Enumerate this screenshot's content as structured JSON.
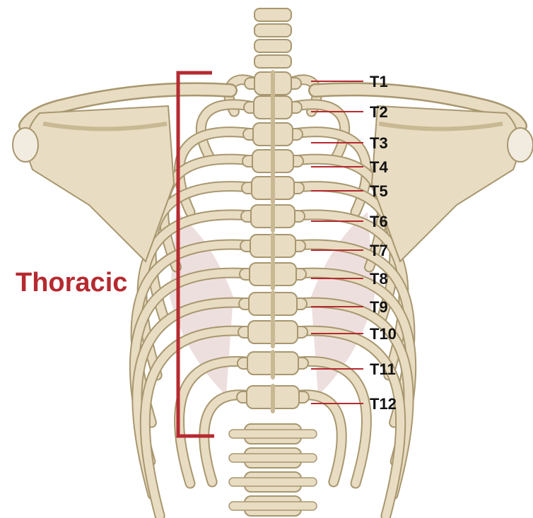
{
  "diagram": {
    "region_label": "Thoracic",
    "vertebra_labels": [
      "T1",
      "T2",
      "T3",
      "T4",
      "T5",
      "T6",
      "T7",
      "T8",
      "T9",
      "T10",
      "T11",
      "T12"
    ],
    "colors": {
      "accent": "#b52a30",
      "label_text": "#111111",
      "bone": "#e8dcc2",
      "bone_shadow": "#c9b993",
      "bone_outline": "#a8976f",
      "cartilage": "#d9b8b8",
      "background": "#ffffff"
    },
    "icons": {
      "bracket": "thoracic-bracket-icon",
      "spine": "spine-illustration-icon",
      "scapula": "scapula-icon",
      "ribs": "rib-cage-icon"
    }
  }
}
